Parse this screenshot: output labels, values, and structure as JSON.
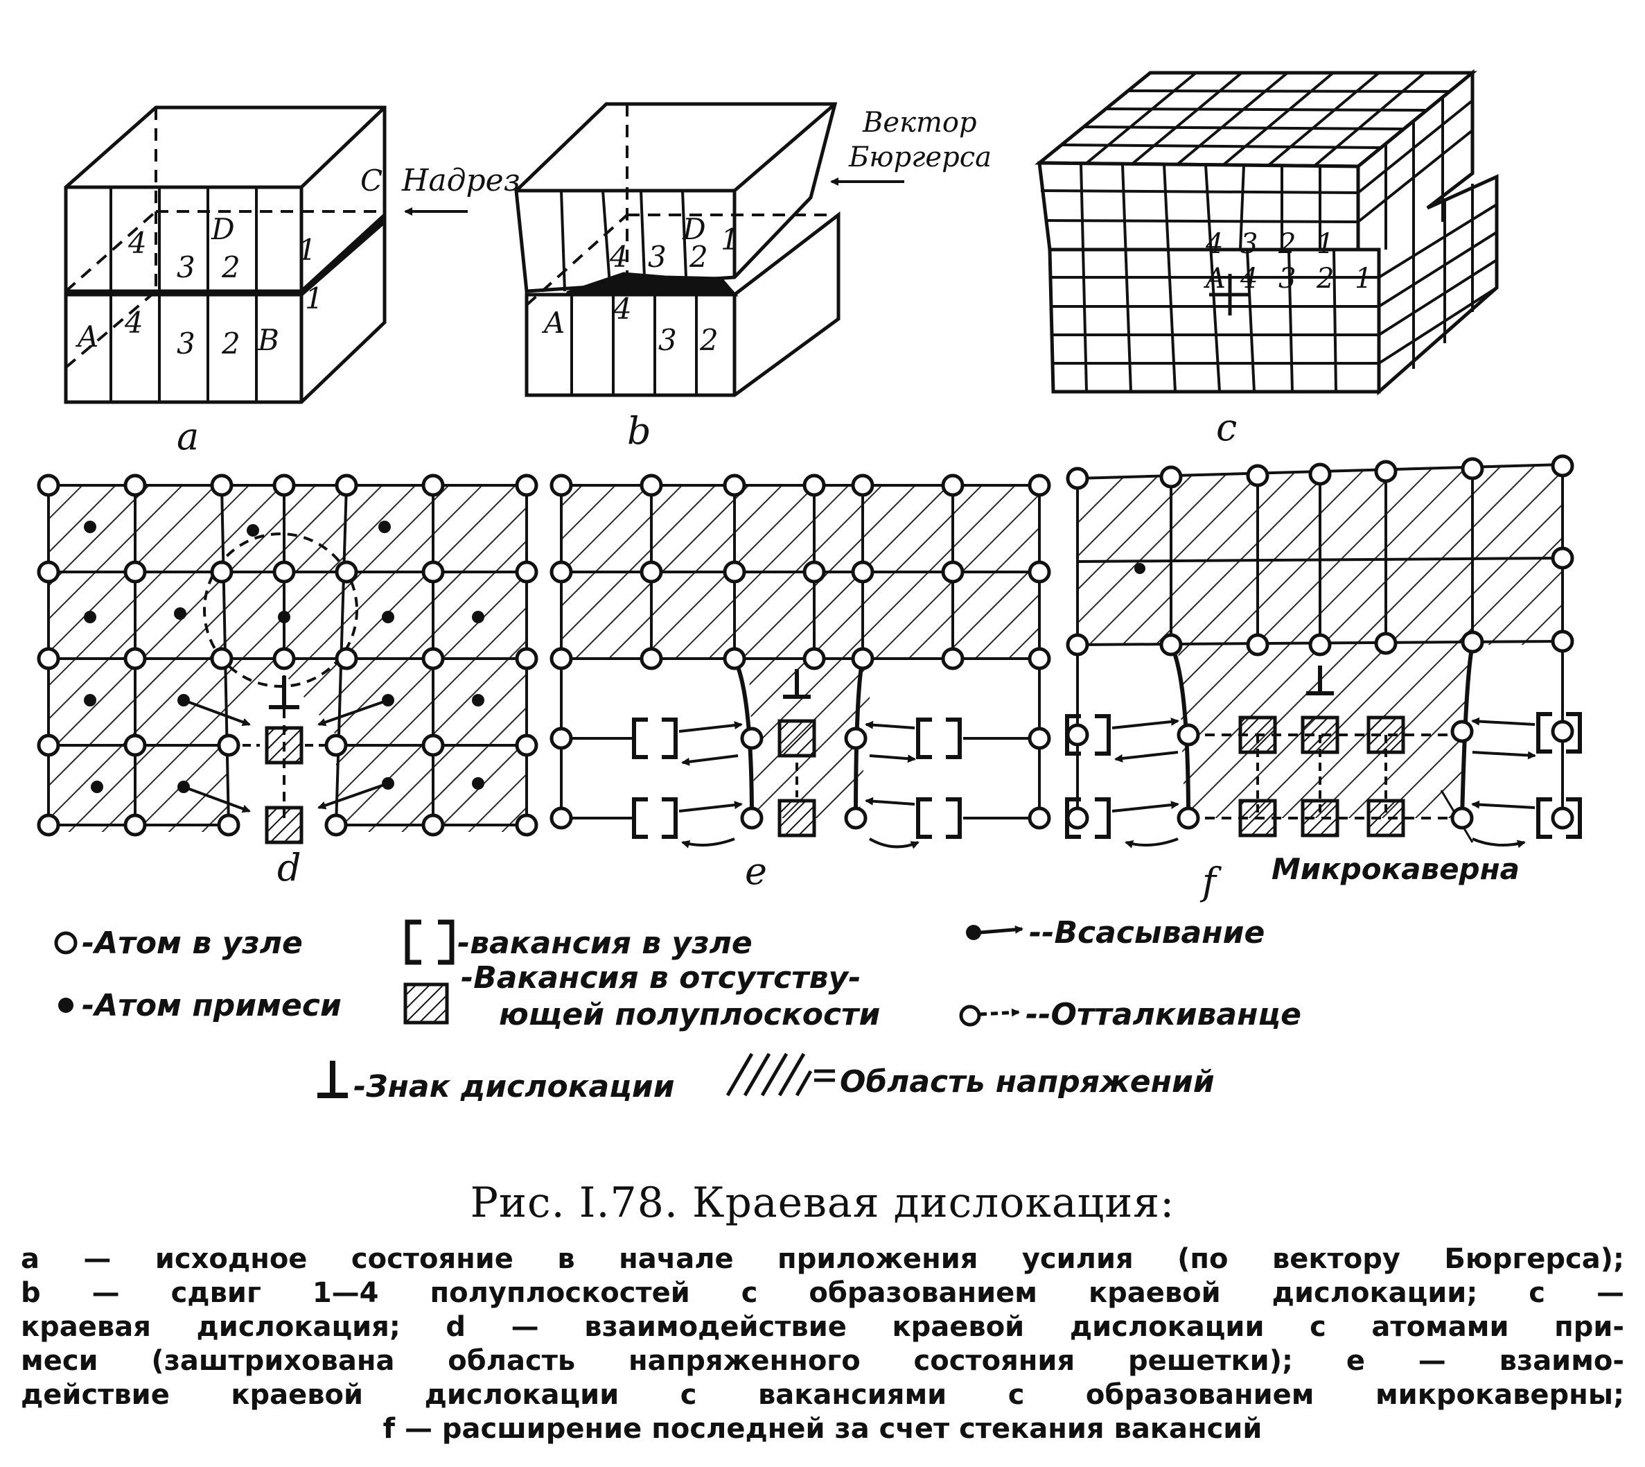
{
  "panels": {
    "a": {
      "label": "a",
      "notch_label": "C",
      "notch_text": "Надрез",
      "point_d": "D",
      "point_a": "A",
      "point_b": "B",
      "upper_numbers": [
        "4",
        "3",
        "2",
        "1"
      ],
      "lower_numbers": [
        "4",
        "3",
        "2",
        "1"
      ]
    },
    "b": {
      "label": "b",
      "burgers_line1": "Вектор",
      "burgers_line2": "Бюргерса",
      "point_d": "D",
      "point_a": "A",
      "upper_numbers": [
        "4",
        "3",
        "2",
        "1"
      ],
      "lower_numbers": [
        "4",
        "3",
        "2"
      ]
    },
    "c": {
      "label": "c",
      "point_a": "A",
      "upper_numbers": [
        "4",
        "3",
        "2",
        "1"
      ],
      "lower_numbers": [
        "4",
        "3",
        "2",
        "1"
      ]
    },
    "d": {
      "label": "d"
    },
    "e": {
      "label": "e"
    },
    "f": {
      "label": "f",
      "microcavity_label": "Микрокаверна"
    }
  },
  "legend": {
    "atom_in_node": "-Атом в узле",
    "vacancy_in_node": "-вакансия в узле",
    "suction": "--Всасывание",
    "impurity_atom": "-Атом примеси",
    "vacancy_missing_line1": "-Вакансия в отсутству-",
    "vacancy_missing_line2": "ющей полуплоскости",
    "repulsion": "--Отталкиванце",
    "dislocation_sign": "-Знак дислокации",
    "stress_region": "Область напряжений"
  },
  "caption": {
    "title": "Рис. I.78. Краевая дислокация:",
    "lines": [
      "a — исходное состояние в начале приложения усилия (по вектору Бюргерса);",
      "b — сдвиг 1—4 полуплоскостей с образованием краевой дислокации; c —",
      "краевая дислокация; d — взаимодействие краевой дислокации с атомами при-",
      "меси (заштрихована область напряженного состояния решетки); e — взаимо-",
      "действие краевой дислокации с вакансиями с образованием микрокаверны;",
      "f — расширение последней за счет стекания вакансий"
    ]
  }
}
